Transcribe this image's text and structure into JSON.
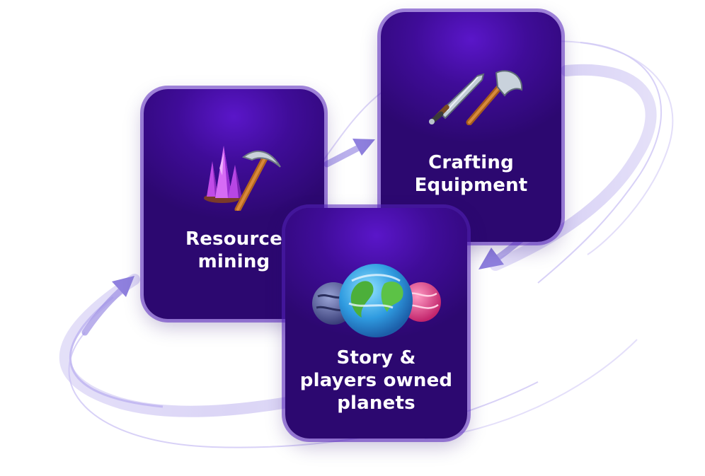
{
  "cards": {
    "mining": {
      "label": "Resource\nmining",
      "icon": "crystal-pickaxe-icon"
    },
    "crafting": {
      "label": "Crafting\nEquipment",
      "icon": "sword-axe-icon"
    },
    "planets": {
      "label": "Story &\nplayers owned\nplanets",
      "icon": "planets-icon"
    }
  },
  "colors": {
    "card_dark": "#2c0870",
    "card_mid": "#3f0c98",
    "card_glow": "#5a16c9",
    "orbit": "#a99be8",
    "arrow": "#8f80de",
    "label": "#ffffff"
  }
}
